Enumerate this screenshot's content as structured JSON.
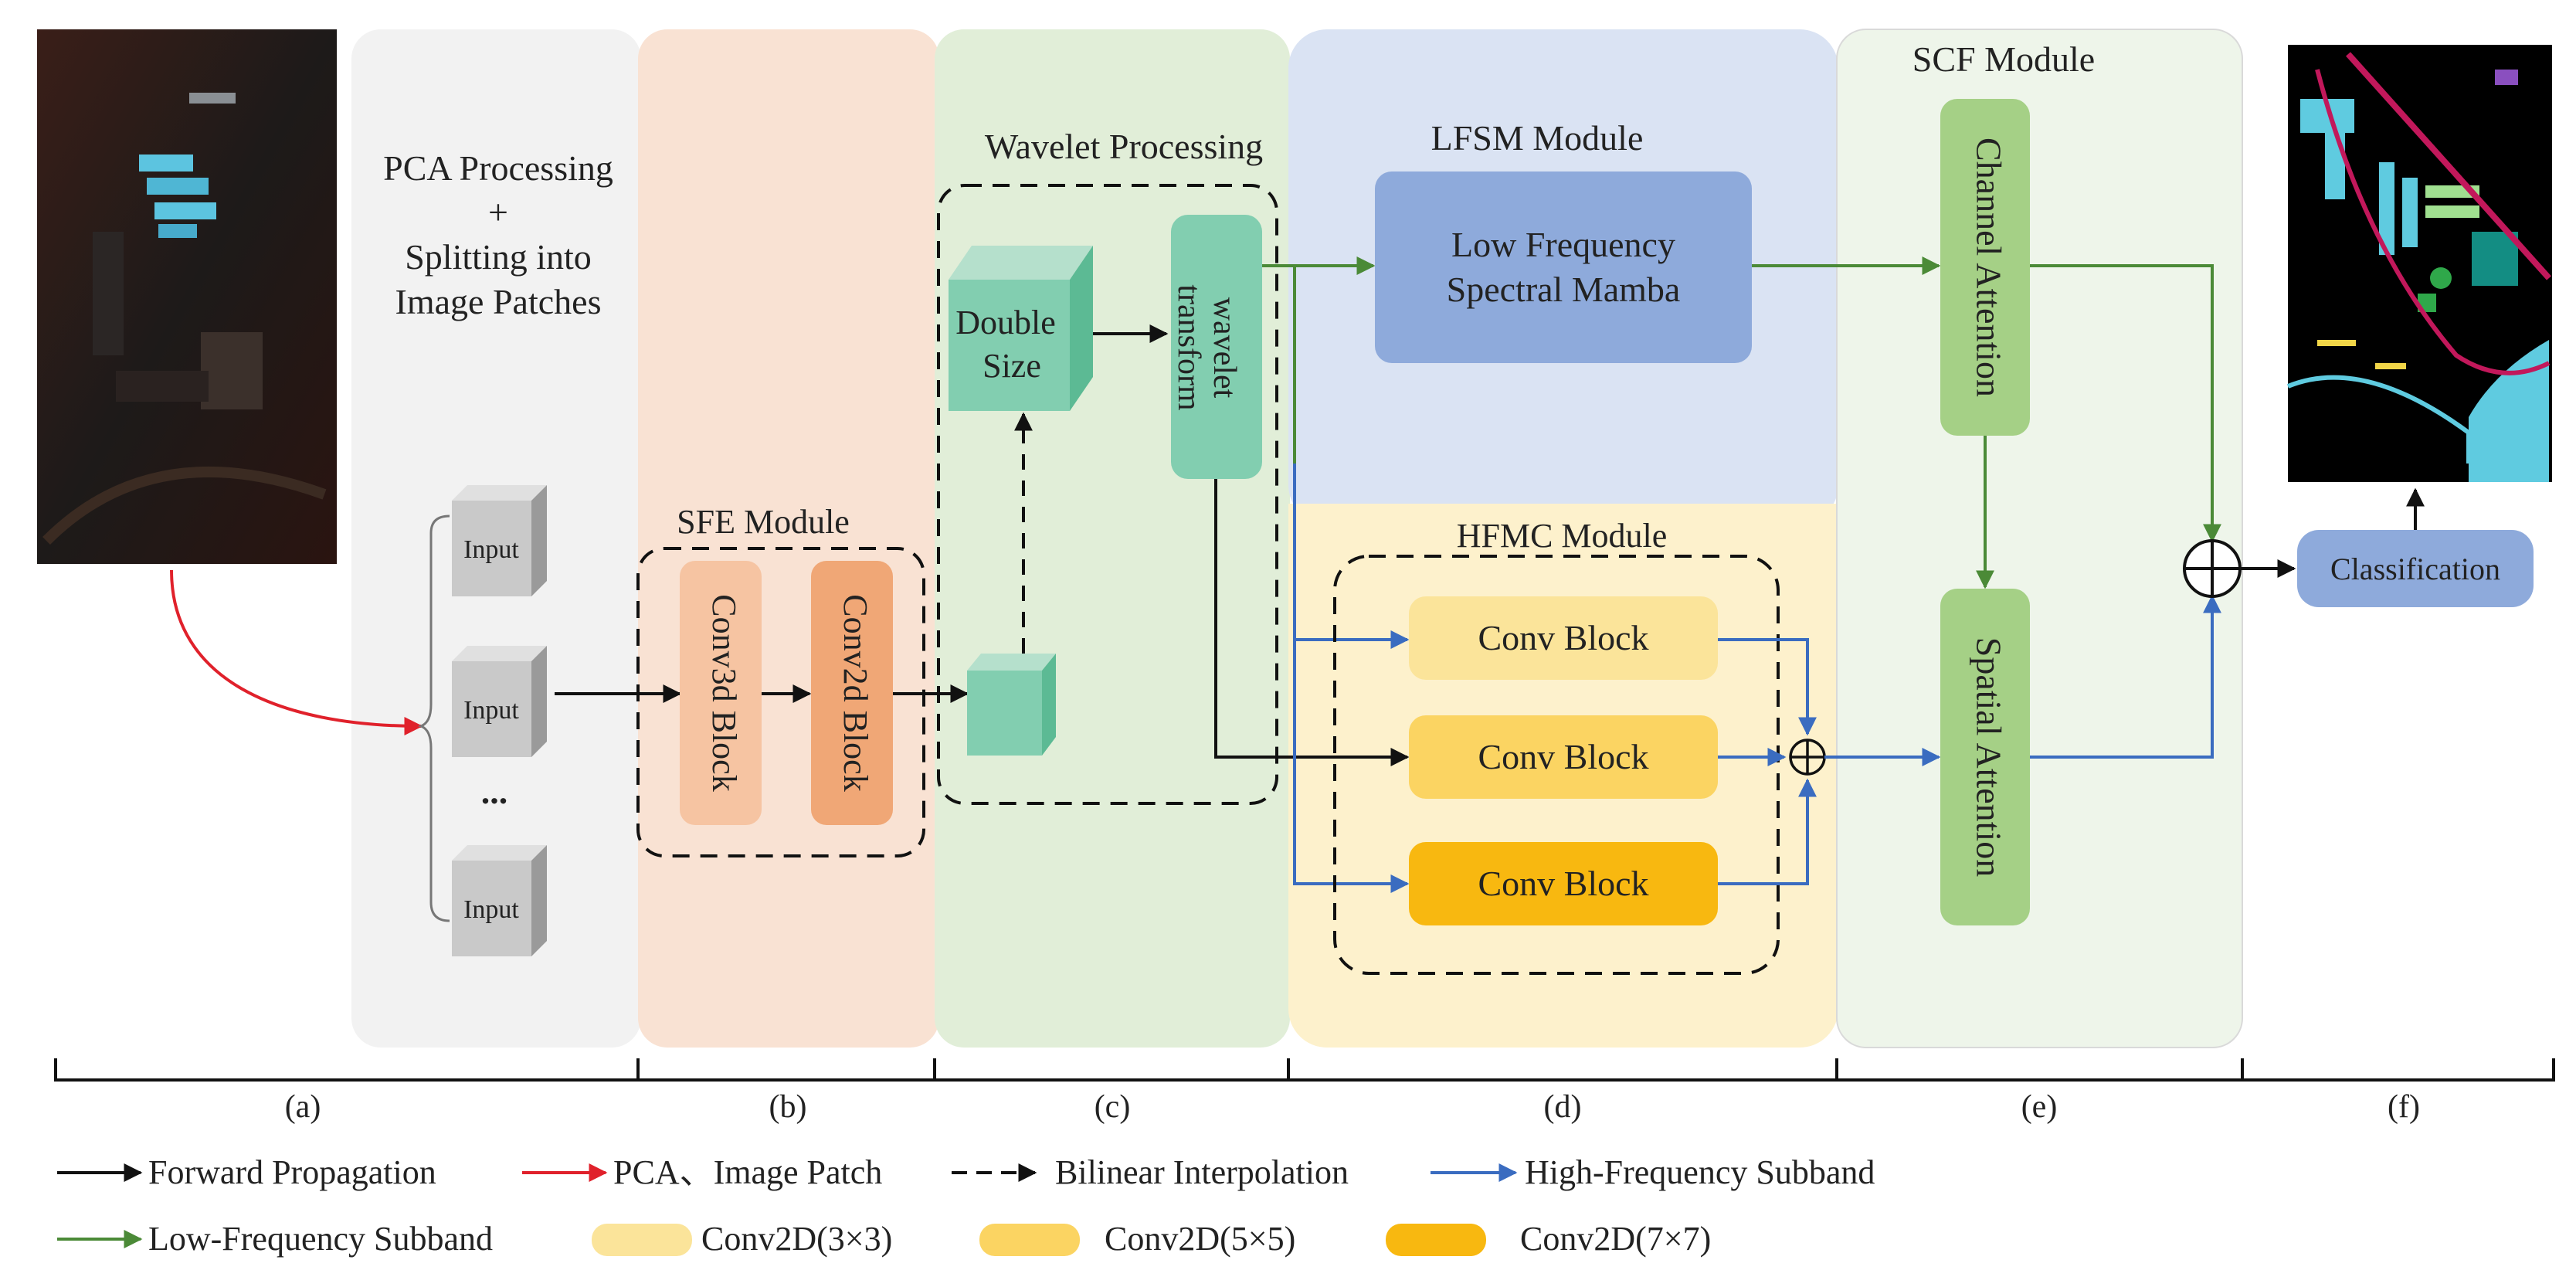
{
  "panels": {
    "a_title": [
      "PCA Processing",
      "+",
      "Splitting into",
      "Image Patches"
    ],
    "c_title": "Wavelet Processing",
    "d_lfsm_title": "LFSM Module",
    "d_hfmc_title": "HFMC Module",
    "e_title": "SCF Module",
    "b_sfe_title": "SFE Module"
  },
  "nodes": {
    "input_label": "Input",
    "ellipsis": "...",
    "conv3d": "Conv3d Block",
    "conv2d": "Conv2d Block",
    "double_size": [
      "Double",
      "Size"
    ],
    "wavelet": [
      "wavelet",
      "transform"
    ],
    "lfsm_box": [
      "Low Frequency",
      "Spectral Mamba"
    ],
    "conv_block": "Conv Block",
    "channel_attention": "Channel Attention",
    "spatial_attention": "Spatial Attention",
    "classification": "Classification"
  },
  "axis_labels": [
    "(a)",
    "(b)",
    "(c)",
    "(d)",
    "(e)",
    "(f)"
  ],
  "legend": {
    "forward": "Forward Propagation",
    "pca": "PCA、Image Patch",
    "bilinear": "Bilinear Interpolation",
    "high_freq": "High-Frequency Subband",
    "low_freq": "Low-Frequency Subband",
    "k3": "Conv2D(3×3)",
    "k5": "Conv2D(5×5)",
    "k7": "Conv2D(7×7)"
  },
  "colors": {
    "black_arrow": "#111111",
    "red_arrow": "#e0212b",
    "blue_arrow": "#3a6cc0",
    "green_arrow": "#4b8a37",
    "k3": "#fbe49a",
    "k5": "#fbd462",
    "k7": "#f8b810"
  }
}
